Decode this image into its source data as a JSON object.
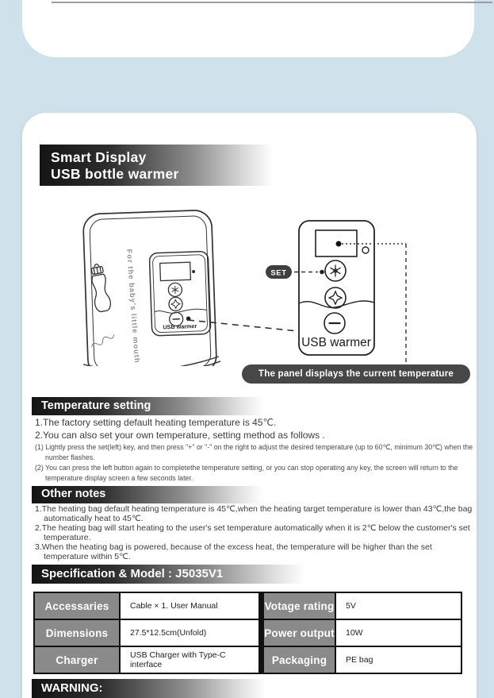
{
  "colors": {
    "background": "#cfe1ea",
    "bar_dark": "#141414",
    "table_label_bg": "#8a8a8a",
    "callout_bg": "#474747"
  },
  "header": {
    "title_line1": "Smart Display",
    "title_line2": "USB bottle warmer"
  },
  "diagram": {
    "bag_side_text": "For the baby's little mouth",
    "bag_panel_label": "USB warmer",
    "set_label": "SET",
    "panel_label": "USB warmer",
    "callout": "The panel displays the current temperature"
  },
  "sections": {
    "temperature": {
      "title": "Temperature setting",
      "main_items": [
        "1.The factory setting default heating temperature is 45℃.",
        "2.You can also set your own temperature, setting method as follows ."
      ],
      "sub_items": [
        "(1) Lightly press the set(left) key, and then press \"+\" or \"-\" on the right to adjust the desired temperature (up to 60℃, minimum 30℃) when the number flashes.",
        "(2) You can press the left button again to completethe temperature setting, or you can stop operating any key, the screen will return to the temperature display screen a few seconds later."
      ]
    },
    "other_notes": {
      "title": "Other notes",
      "items": [
        "1.The heating bag default heating temperature is 45℃,when the heating target temperature is lower than 43℃,the bag automatically heat to 45℃.",
        "2.The heating bag will start heating to the user's set temperature automatically when it is 2℃ below the customer's set temperature.",
        "3.When the heating bag is powered, because of the excess heat, the temperature will be higher than the set temperature within 5℃."
      ]
    },
    "specification": {
      "title": "Specification & Model : J5035V1",
      "table": {
        "rows": [
          {
            "label1": "Accessaries",
            "value1": "Cable × 1. User Manual",
            "label2": "Votage rating",
            "value2": "5V"
          },
          {
            "label1": "Dimensions",
            "value1": "27.5*12.5cm(Unfold)",
            "label2": "Power output",
            "value2": "10W"
          },
          {
            "label1": "Charger",
            "value1": "USB Charger with Type-C interface",
            "label2": "Packaging",
            "value2": "PE bag"
          }
        ]
      }
    },
    "warning": {
      "title": "WARNING:"
    }
  }
}
